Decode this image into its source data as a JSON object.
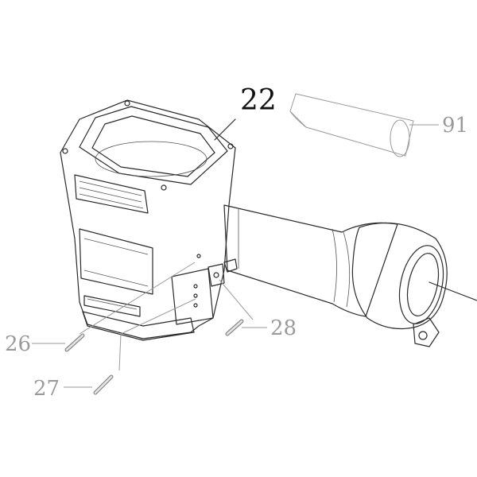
{
  "diagram": {
    "callouts": {
      "c22": "22",
      "c91": "91",
      "c26": "26",
      "c27": "27",
      "c28": "28"
    },
    "colors": {
      "body_fill": "#dcdcdc",
      "dark_fill": "#b5b5b5",
      "line": "#2a2a2a",
      "callout_main": "#111111",
      "callout_faint": "#9a9a9a"
    }
  }
}
